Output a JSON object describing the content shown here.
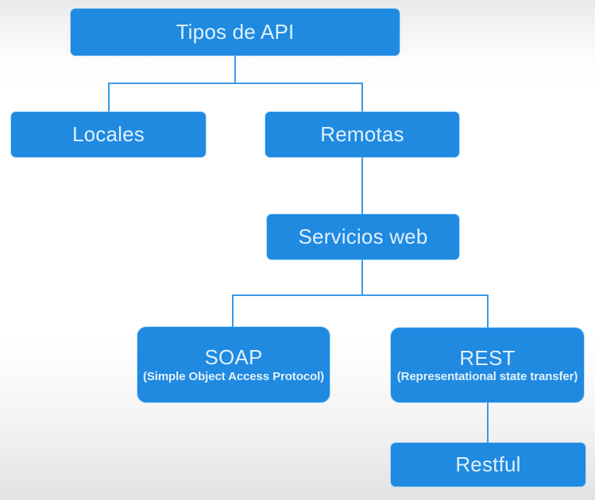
{
  "diagram": {
    "title": "Tipos de API",
    "type": "tree-hierarchy",
    "accent_color": "#2089e0",
    "line_color": "#3a99e8",
    "text_color": "#ddf1fd",
    "background": "#ffffff",
    "nodes": [
      {
        "id": "root",
        "label": "Tipos de API",
        "sublabel": ""
      },
      {
        "id": "locales",
        "label": "Locales",
        "sublabel": ""
      },
      {
        "id": "remotas",
        "label": "Remotas",
        "sublabel": ""
      },
      {
        "id": "servicios",
        "label": "Servicios web",
        "sublabel": ""
      },
      {
        "id": "soap",
        "label": "SOAP",
        "sublabel": "(Simple Object Access Protocol)"
      },
      {
        "id": "rest",
        "label": "REST",
        "sublabel": "(Representational state transfer)"
      },
      {
        "id": "restful",
        "label": "Restful",
        "sublabel": ""
      }
    ],
    "edges": [
      {
        "from": "root",
        "to": "locales"
      },
      {
        "from": "root",
        "to": "remotas"
      },
      {
        "from": "remotas",
        "to": "servicios"
      },
      {
        "from": "servicios",
        "to": "soap"
      },
      {
        "from": "servicios",
        "to": "rest"
      },
      {
        "from": "rest",
        "to": "restful"
      }
    ]
  }
}
